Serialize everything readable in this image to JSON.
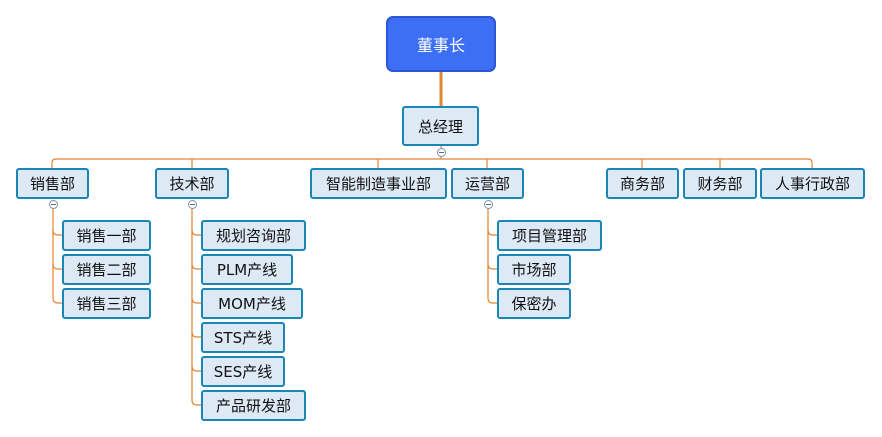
{
  "root": {
    "label": "董事长"
  },
  "gm": {
    "label": "总经理"
  },
  "departments": [
    {
      "label": "销售部",
      "children": [
        "销售一部",
        "销售二部",
        "销售三部"
      ]
    },
    {
      "label": "技术部",
      "children": [
        "规划咨询部",
        "PLM产线",
        "MOM产线",
        "STS产线",
        "SES产线",
        "产品研发部"
      ]
    },
    {
      "label": "智能制造事业部",
      "children": []
    },
    {
      "label": "运营部",
      "children": [
        "项目管理部",
        "市场部",
        "保密办"
      ]
    },
    {
      "label": "商务部",
      "children": []
    },
    {
      "label": "财务部",
      "children": []
    },
    {
      "label": "人事行政部",
      "children": []
    }
  ],
  "colors": {
    "connector": "#e5842f",
    "root_fill": "#3d6ff5",
    "node_fill": "#dde9f5",
    "node_border": "#1a86b8"
  }
}
